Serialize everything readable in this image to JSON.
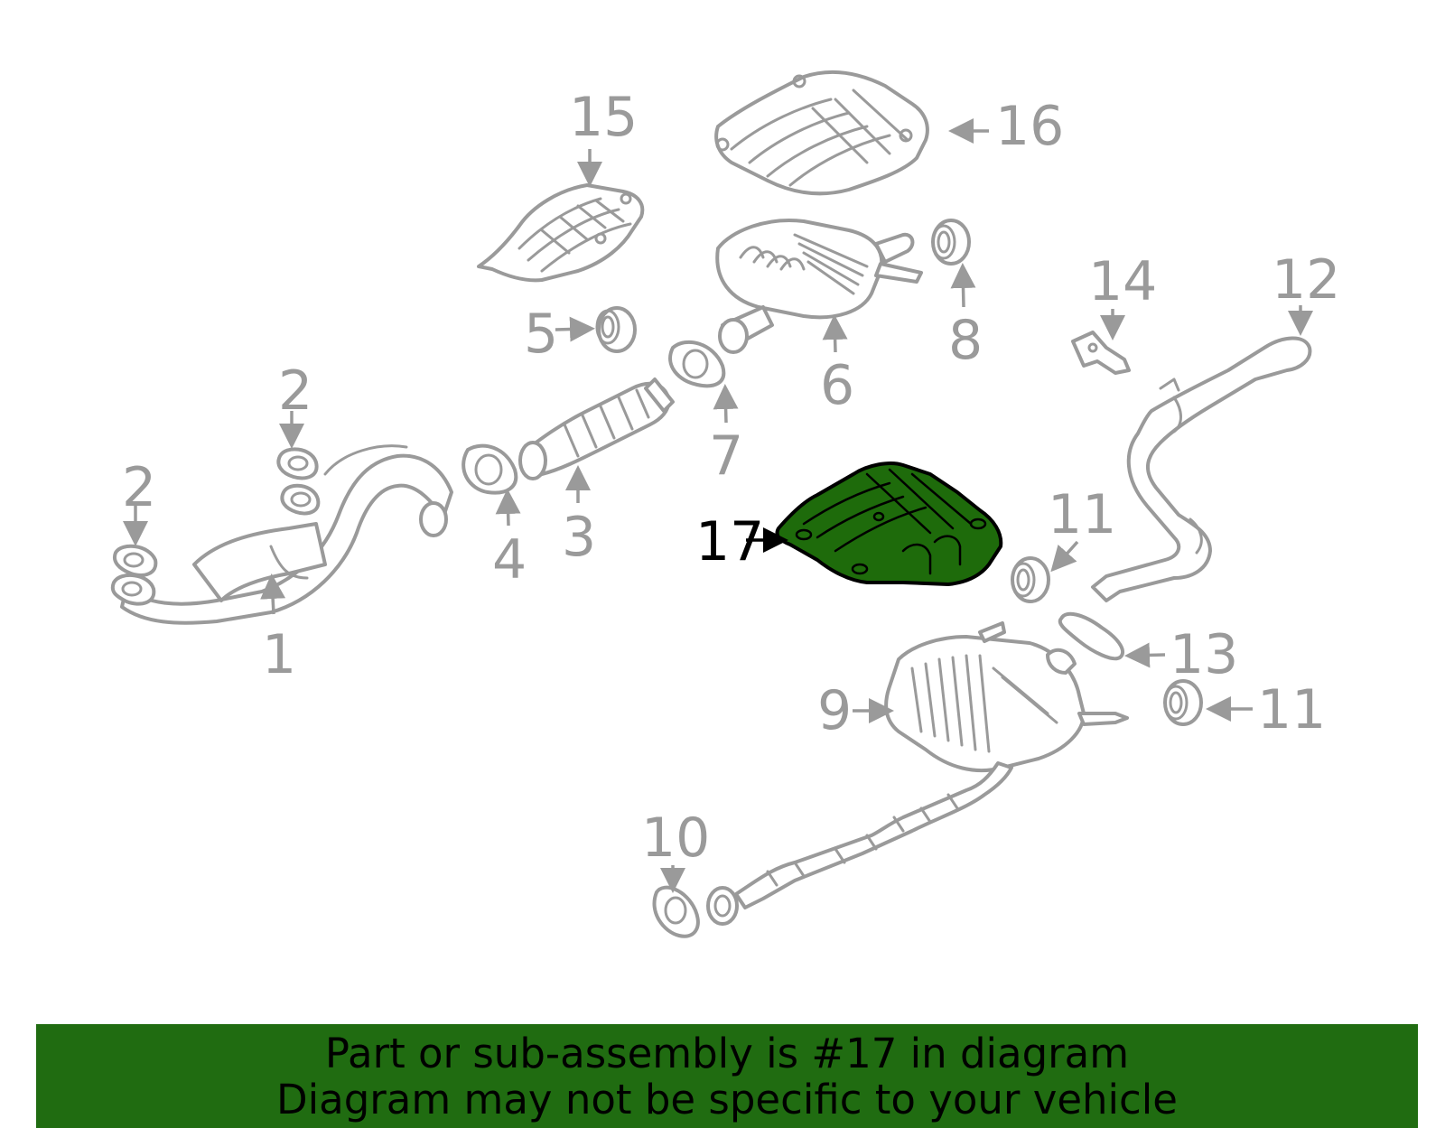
{
  "callouts": [
    {
      "id": "1",
      "label": "1"
    },
    {
      "id": "2a",
      "label": "2"
    },
    {
      "id": "2b",
      "label": "2"
    },
    {
      "id": "3",
      "label": "3"
    },
    {
      "id": "4",
      "label": "4"
    },
    {
      "id": "5",
      "label": "5"
    },
    {
      "id": "6",
      "label": "6"
    },
    {
      "id": "7",
      "label": "7"
    },
    {
      "id": "8",
      "label": "8"
    },
    {
      "id": "9",
      "label": "9"
    },
    {
      "id": "10",
      "label": "10"
    },
    {
      "id": "11a",
      "label": "11"
    },
    {
      "id": "11b",
      "label": "11"
    },
    {
      "id": "12",
      "label": "12"
    },
    {
      "id": "13",
      "label": "13"
    },
    {
      "id": "14",
      "label": "14"
    },
    {
      "id": "15",
      "label": "15"
    },
    {
      "id": "16",
      "label": "16"
    },
    {
      "id": "17",
      "label": "17"
    }
  ],
  "highlight": {
    "part": "17",
    "color": "#1e6b0b"
  },
  "banner": {
    "line1": "Part or sub-assembly is #17 in diagram",
    "line2": "Diagram may not be specific to your vehicle",
    "color": "#206c11"
  }
}
